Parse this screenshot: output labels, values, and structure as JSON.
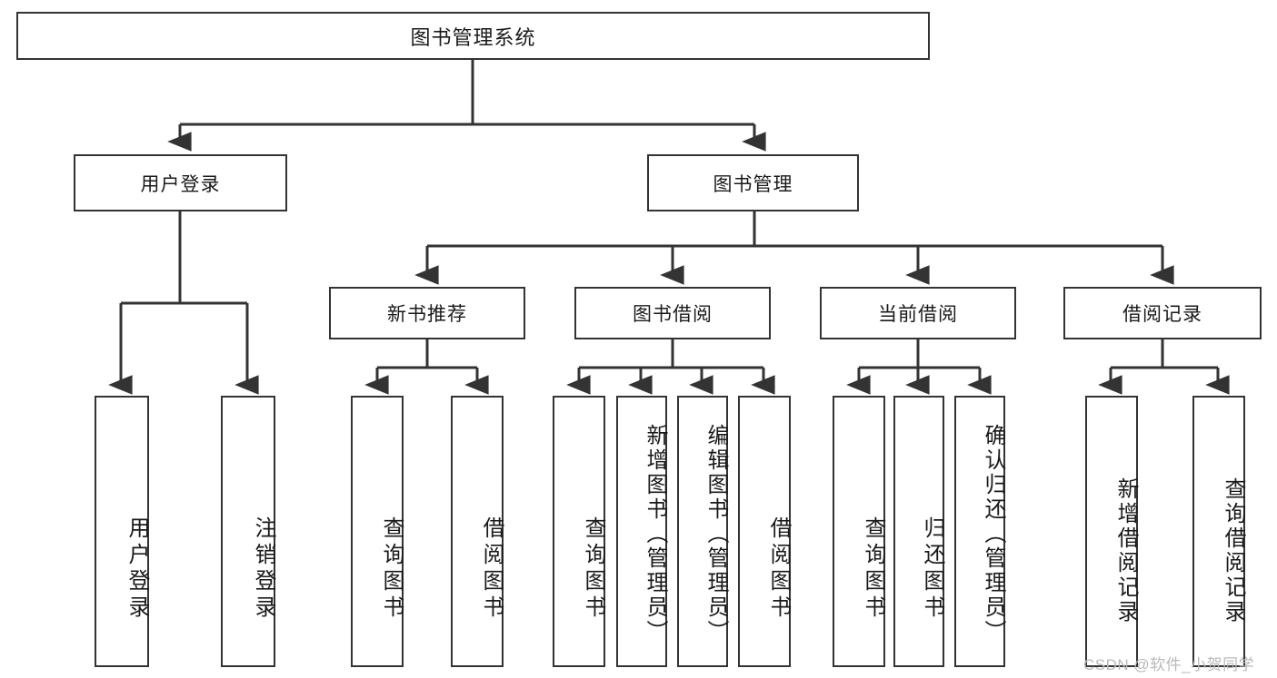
{
  "diagram": {
    "type": "tree-hierarchy",
    "title": "图书管理系统",
    "root": {
      "label": "图书管理系统"
    },
    "level2": [
      {
        "id": "user-login",
        "label": "用户登录"
      },
      {
        "id": "book-manage",
        "label": "图书管理"
      }
    ],
    "level3": [
      {
        "id": "new-book-rec",
        "label": "新书推荐"
      },
      {
        "id": "book-borrow",
        "label": "图书借阅"
      },
      {
        "id": "current-borrow",
        "label": "当前借阅"
      },
      {
        "id": "borrow-record",
        "label": "借阅记录"
      }
    ],
    "leaves": [
      {
        "id": "leaf-user-login",
        "label": "用户登录",
        "parent": "user-login"
      },
      {
        "id": "leaf-logout",
        "label": "注销登录",
        "parent": "user-login"
      },
      {
        "id": "leaf-query-book-1",
        "label": "查询图书",
        "parent": "new-book-rec"
      },
      {
        "id": "leaf-borrow-book-1",
        "label": "借阅图书",
        "parent": "new-book-rec"
      },
      {
        "id": "leaf-query-book-2",
        "label": "查询图书",
        "parent": "book-borrow"
      },
      {
        "id": "leaf-add-book",
        "label": "新增图书（管理员）",
        "parent": "book-borrow"
      },
      {
        "id": "leaf-edit-book",
        "label": "编辑图书（管理员）",
        "parent": "book-borrow"
      },
      {
        "id": "leaf-borrow-book-2",
        "label": "借阅图书",
        "parent": "book-borrow"
      },
      {
        "id": "leaf-query-book-3",
        "label": "查询图书",
        "parent": "current-borrow"
      },
      {
        "id": "leaf-return-book",
        "label": "归还图书",
        "parent": "current-borrow"
      },
      {
        "id": "leaf-confirm-return",
        "label": "确认归还（管理员）",
        "parent": "current-borrow"
      },
      {
        "id": "leaf-add-record",
        "label": "新增借阅记录",
        "parent": "borrow-record"
      },
      {
        "id": "leaf-query-record",
        "label": "查询借阅记录",
        "parent": "borrow-record"
      }
    ],
    "watermark": "CSDN @软件_小贺同学",
    "colors": {
      "stroke": "#333333",
      "fill": "#ffffff",
      "text": "#1a1a1a",
      "watermark": "#b9b9b9"
    }
  }
}
